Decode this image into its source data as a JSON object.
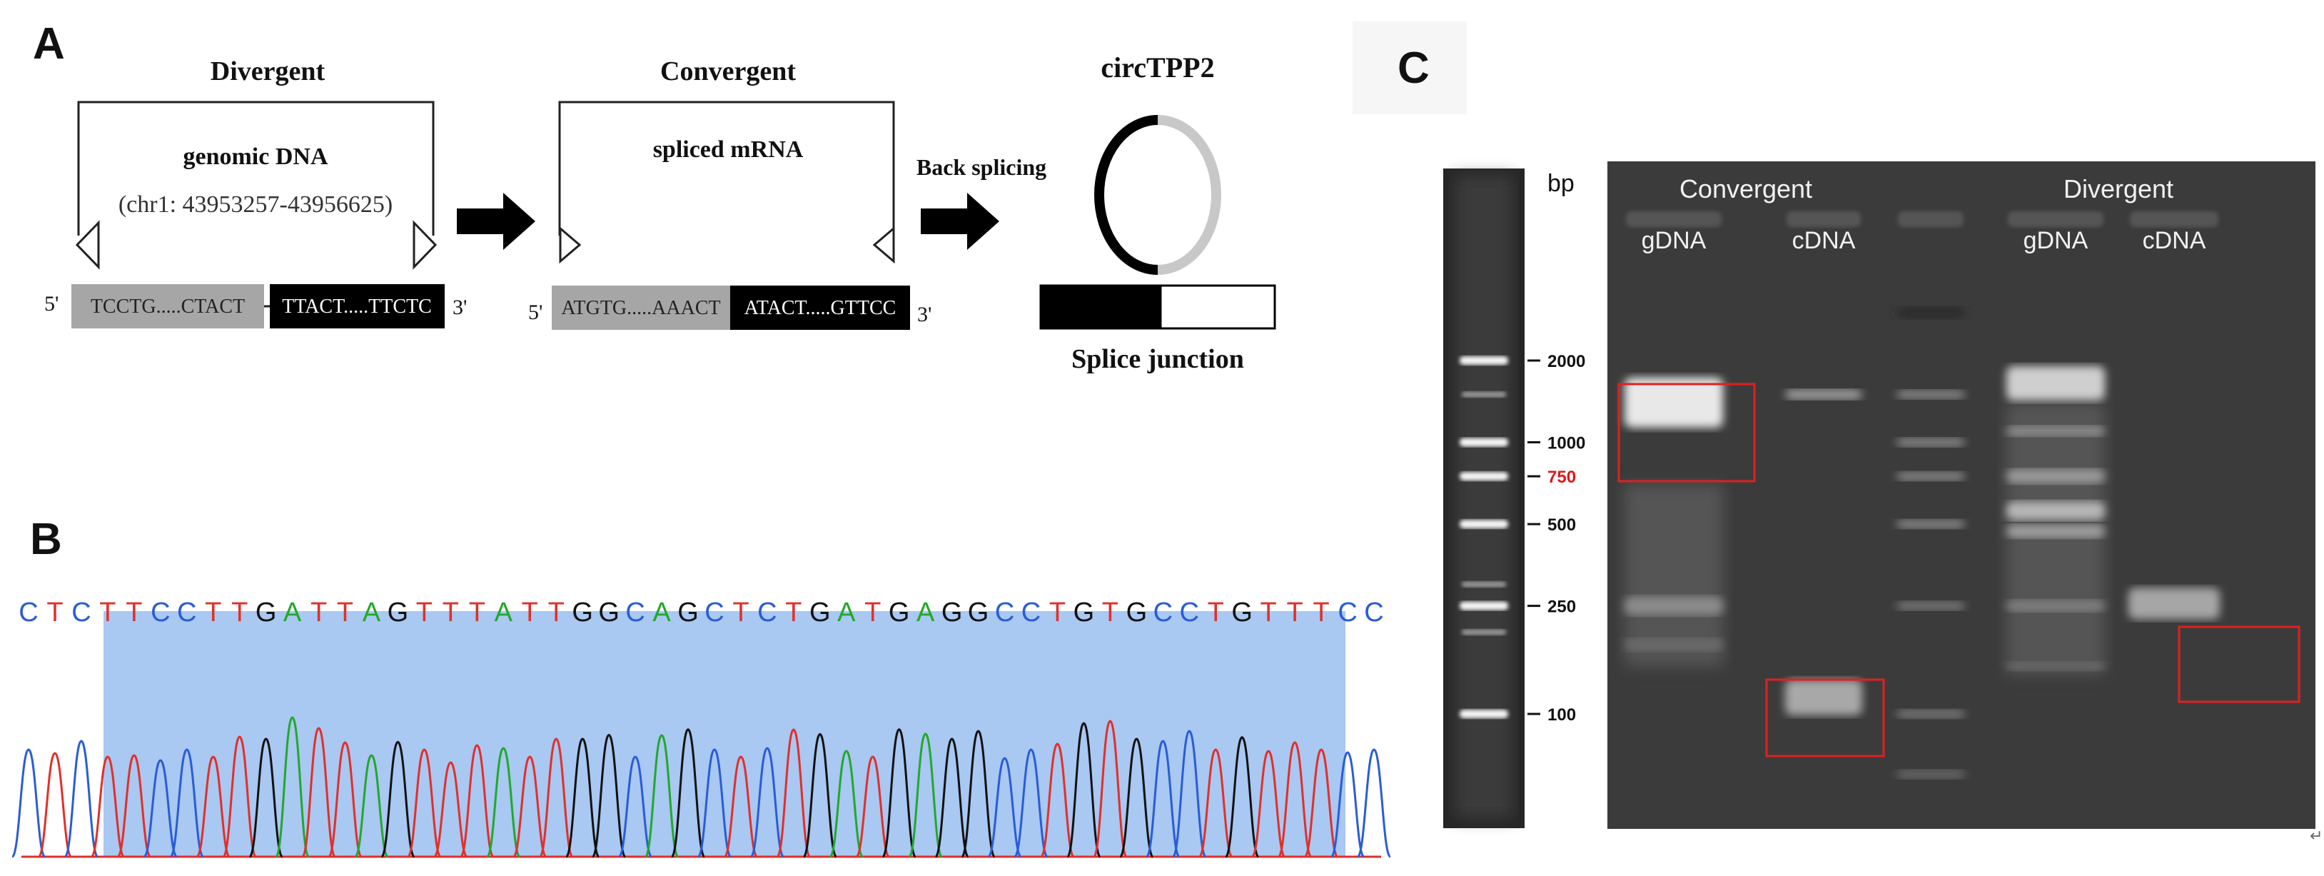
{
  "panels": {
    "a": "A",
    "b": "B",
    "c": "C"
  },
  "diagram": {
    "divergent": "Divergent",
    "genomic_dna": "genomic DNA",
    "coords": "(chr1: 43953257-43956625)",
    "convergent": "Convergent",
    "spliced_mrna": "spliced mRNA",
    "back_splicing": "Back splicing",
    "circ_name": "circTPP2",
    "splice_junction": "Splice junction",
    "five_prime": "5'",
    "three_prime": "3'",
    "genomic_left_seq": "TCCTG.....CTACT",
    "genomic_right_seq": "TTACT.....TTCTC",
    "mrna_left_seq": "ATGTG.....AAACT",
    "mrna_right_seq": "ATACT.....GTTCC"
  },
  "chromatogram": {
    "sequence": "CTCTTCCTTGATTAGTTTATTGGCAGCTCTGATGAGGCCTGTGCCTGTTTCC",
    "base_colors": {
      "A": "#22a82a",
      "C": "#2a5cd6",
      "G": "#111111",
      "T": "#e0302a"
    },
    "highlight_color": "#a9c8f2"
  },
  "gel": {
    "unit": "bp",
    "ladder": [
      {
        "label": "2000",
        "value": 2000,
        "color": "#111111"
      },
      {
        "label": "1000",
        "value": 1000,
        "color": "#111111"
      },
      {
        "label": "750",
        "value": 750,
        "color": "#e01818"
      },
      {
        "label": "500",
        "value": 500,
        "color": "#111111"
      },
      {
        "label": "250",
        "value": 250,
        "color": "#111111"
      },
      {
        "label": "100",
        "value": 100,
        "color": "#111111"
      }
    ],
    "groups": [
      {
        "label": "Convergent"
      },
      {
        "label": "Divergent"
      }
    ],
    "lanes": [
      "gDNA",
      "cDNA",
      "gDNA",
      "cDNA"
    ],
    "highlight_color": "#e02020"
  }
}
